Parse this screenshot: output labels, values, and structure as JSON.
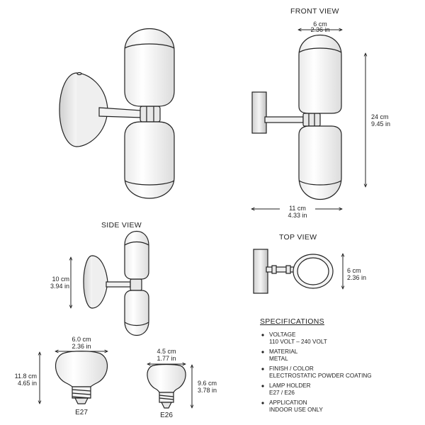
{
  "front_view": {
    "title": "FRONT VIEW",
    "width_cm": "6 cm",
    "width_in": "2.36 in",
    "height_cm": "24 cm",
    "height_in": "9.45 in",
    "depth_cm": "11 cm",
    "depth_in": "4.33 in"
  },
  "side_view": {
    "title": "SIDE VIEW",
    "height_cm": "10 cm",
    "height_in": "3.94 in"
  },
  "top_view": {
    "title": "TOP VIEW",
    "width_cm": "6 cm",
    "width_in": "2.36 in"
  },
  "specifications": {
    "title": "SPECIFICATIONS",
    "items": [
      {
        "label": "VOLTAGE",
        "value": "110 VOLT – 240 VOLT"
      },
      {
        "label": "MATERIAL",
        "value": "METAL"
      },
      {
        "label": "FINISH / COLOR",
        "value": "ELECTROSTATIC POWDER COATING"
      },
      {
        "label": "LAMP HOLDER",
        "value": "E27 / E26"
      },
      {
        "label": "APPLICATION",
        "value": "INDOOR USE ONLY"
      }
    ]
  },
  "bulbs": [
    {
      "name": "E27",
      "width_cm": "6.0 cm",
      "width_in": "2.36 in",
      "height_cm": "11.8 cm",
      "height_in": "4.65 in"
    },
    {
      "name": "E26",
      "width_cm": "4.5 cm",
      "width_in": "1.77 in",
      "height_cm": "9.6 cm",
      "height_in": "3.78 in"
    }
  ]
}
